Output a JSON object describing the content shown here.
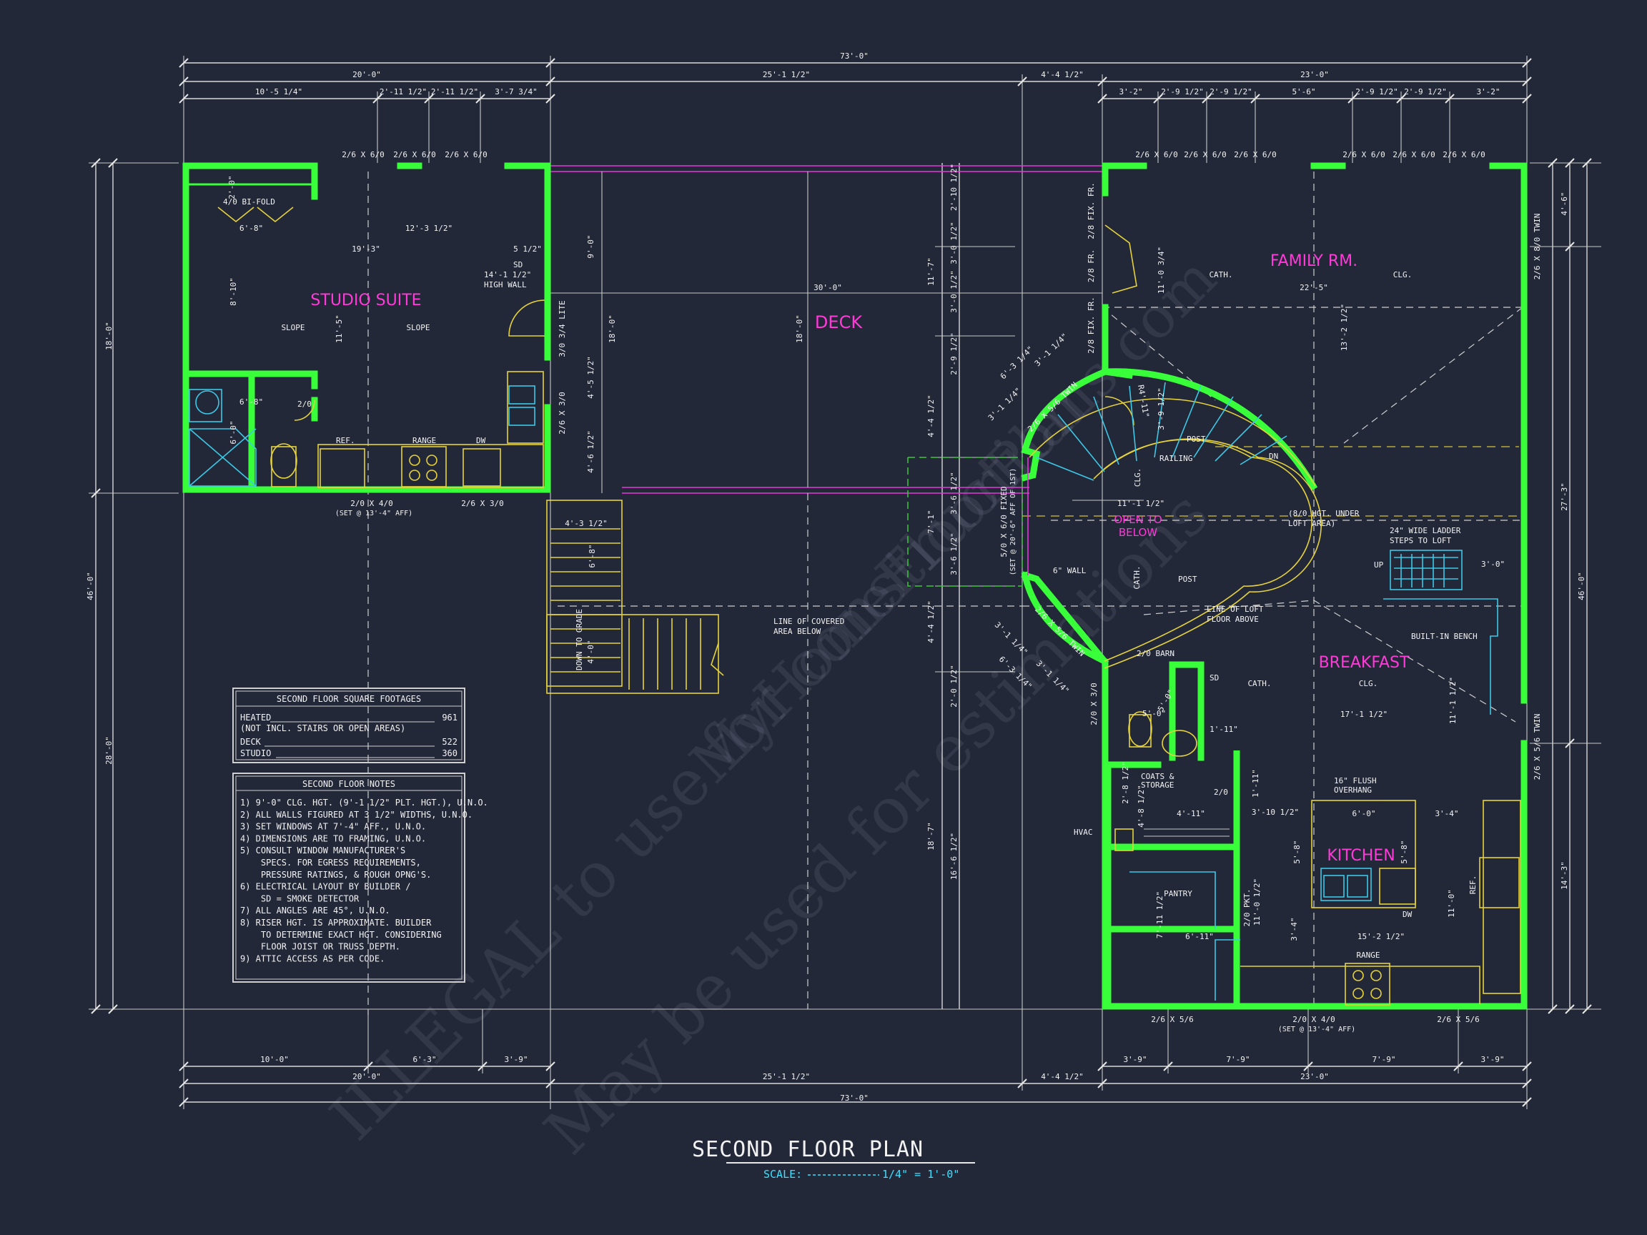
{
  "title": "SECOND FLOOR PLAN",
  "scale_label": "SCALE:",
  "scale_value": "1/4\" = 1'-0\"",
  "watermark": {
    "line1": "ILLEGAL to use for construction",
    "line2": "May be used for estimations",
    "site": "MyHomeFloorPlans.com"
  },
  "colors": {
    "background": "#232839",
    "walls": "#39ff3a",
    "room_labels": "#ff3ad8",
    "fixtures": "#3be0ff",
    "stairs": "#e6d23a"
  },
  "rooms": {
    "studio": "STUDIO SUITE",
    "deck": "DECK",
    "family": "FAMILY RM.",
    "open": "OPEN TO\nBELOW",
    "breakfast": "BREAKFAST",
    "kitchen": "KITCHEN"
  },
  "dims": {
    "overall_top": "73'-0\"",
    "overall_bottom": "73'-0\"",
    "top_sections": [
      "20'-0\"",
      "25'-1 1/2\"",
      "4'-4 1/2\"",
      "23'-0\""
    ],
    "bottom_sections": [
      "20'-0\"",
      "25'-1 1/2\"",
      "4'-4 1/2\"",
      "23'-0\""
    ],
    "top_left_sub": [
      "10'-5 1/4\"",
      "2'-11 1/2\"",
      "2'-11 1/2\"",
      "3'-7 3/4\""
    ],
    "top_right_sub": [
      "3'-2\"",
      "2'-9 1/2\"",
      "2'-9 1/2\"",
      "5'-6\"",
      "2'-9 1/2\"",
      "2'-9 1/2\"",
      "3'-2\""
    ],
    "bottom_left_sub": [
      "10'-0\"",
      "6'-3\"",
      "3'-9\""
    ],
    "bottom_right_sub": [
      "3'-9\"",
      "7'-9\"",
      "7'-9\"",
      "3'-9\""
    ],
    "left_side": [
      "18'-0\"",
      "46'-0\"",
      "28'-0\""
    ],
    "right_side": [
      "4'-6\"",
      "27'-3\"",
      "46'-0\"",
      "14'-3\""
    ],
    "mid_vertical": [
      "2'-10 1/2\"",
      "3'-0 1/2\"",
      "3'-0 1/2\"",
      "2'-9 1/2\"",
      "4'-4 1/2\"",
      "3'-6 1/2\"",
      "3'-6 1/2\"",
      "4'-4 1/2\"",
      "2'-0 1/2\"",
      "16'-6 1/2\""
    ],
    "mid_vertical_outer": [
      "11'-7\"",
      "7'-1\"",
      "18'-7\""
    ]
  },
  "studio_labels": {
    "bifold": "4/0 BI-FOLD",
    "d1": "6'-8\"",
    "d2": "12'-3 1/2\"",
    "d3": "19'-3\"",
    "d4": "5 1/2\"",
    "d5": "8'-10\"",
    "d6": "11'-5\"",
    "slope1": "SLOPE",
    "slope2": "SLOPE",
    "hw1": "14'-1 1/2\"",
    "hw2": "HIGH WALL",
    "sd": "SD",
    "d7": "6'-8\"",
    "d8": "2/0",
    "d9": "6'-0\"",
    "d10": "2'-0\"",
    "ref": "REF.",
    "range": "RANGE",
    "dw": "DW",
    "win_top": [
      "2/6 X 6/0",
      "2/6 X 6/0",
      "2/6 X 6/0"
    ],
    "win_bot1": "2/0 X 4/0",
    "win_bot1b": "(SET @ 13'-4\" AFF)",
    "win_bot2": "2/6 X 3/0",
    "win_side1": "3/0 3/4 LITE",
    "win_side2": "2/6 X 3/0",
    "d11": "9'-0\""
  },
  "deck_labels": {
    "d1": "30'-0\"",
    "d2": "18'-0\"",
    "d3": "18'-0\"",
    "d4": "4'-5 1/2\"",
    "d5": "4'-6 1/2\"",
    "stair1": "4'-3 1/2\"",
    "stair2": "6'-8\"",
    "down": "DOWN TO GRADE",
    "stair3": "4'-0\"",
    "covered1": "LINE OF COVERED",
    "covered2": "AREA BELOW"
  },
  "center_labels": {
    "w1": "6'-3 1/4\"",
    "w2": "3'-1 1/4\"",
    "w3": "3'-1 1/4\"",
    "w4": "2/6 X 5/6 TWIN",
    "w5": "5/0 X 6/0 FIXED",
    "w6": "(SET @ 20'-6\" AFF OF 1ST)",
    "w7": "6\" WALL",
    "w8": "3'-1 1/4\"",
    "w9": "6'-3 1/4\"",
    "w10": "3'-1 1/4\"",
    "w11": "2/6 X 5/6 TWIN",
    "r1": "R4'-11\"",
    "r2": "3'-9 1/2\"",
    "post1": "POST",
    "railing": "RAILING",
    "dn": "DN",
    "clg": "CLG.",
    "d1": "11'-1 1/2\"",
    "cath": "CATH.",
    "post2": "POST",
    "loft1": "LINE OF LOFT",
    "loft2": "FLOOR ABOVE",
    "loft3": "(8/0 HGT. UNDER",
    "loft4": "LOFT AREA)"
  },
  "family_labels": {
    "cath": "CATH.",
    "clg": "CLG.",
    "d1": "22'-5\"",
    "d2": "11'-0 3/4\"",
    "d3": "13'-2 1/2\"",
    "w1": "2/8 FIX. FR.",
    "w2": "2/8 FR.",
    "w3": "2/8 FIX. FR.",
    "w_top": [
      "2/6 X 6/0",
      "2/6 X 6/0",
      "2/6 X 6/0",
      "2/6 X 6/0",
      "2/6 X 6/0",
      "2/6 X 6/0"
    ],
    "w_right": "2/6 X 8/0 TWIN",
    "ladder1": "24\" WIDE LADDER",
    "ladder2": "STEPS TO LOFT",
    "up": "UP",
    "d4": "3'-0\"",
    "bench": "BUILT-IN BENCH"
  },
  "kitchen_labels": {
    "barn": "2/0 BARN",
    "sd": "SD",
    "cath": "CATH.",
    "clg": "CLG.",
    "d1": "17'-1 1/2\"",
    "d2": "11'-1 1/2\"",
    "w1": "2/0 X 3/0",
    "d3": "5'-0\"",
    "d4": "5'-0\"",
    "d5": "1'-11\"",
    "coats1": "COATS &",
    "coats2": "STORAGE",
    "d6": "2'-8 1/2\"",
    "d7": "4'-8 1/2\"",
    "d8": "4'-11\"",
    "d9": "2/0",
    "d10": "1'-11\"",
    "d11": "3'-10 1/2\"",
    "hvac": "HVAC",
    "flush1": "16\" FLUSH",
    "flush2": "OVERHANG",
    "d12": "6'-0\"",
    "d13": "3'-4\"",
    "d14": "5'-8\"",
    "d15": "5'-8\"",
    "dw": "DW",
    "ref": "REF.",
    "d16": "11'-0\"",
    "pantry": "PANTRY",
    "d17": "7'-11 1/2\"",
    "d18": "6'-11\"",
    "pkt": "2/0 PKT.",
    "d19": "11'-0 1/2\"",
    "d20": "3'-4\"",
    "d21": "15'-2 1/2\"",
    "range": "RANGE",
    "w2": "2/6 X 5/6 TWIN",
    "w_bot1": "2/6 X 5/6",
    "w_bot2": "2/0 X 4/0",
    "w_bot2b": "(SET @ 13'-4\" AFF)",
    "w_bot3": "2/6 X 5/6"
  },
  "sqft": {
    "heading": "SECOND FLOOR SQUARE FOOTAGES",
    "rows": [
      {
        "label": "HEATED",
        "value": "961"
      },
      {
        "label": "(NOT INCL. STAIRS OR OPEN AREAS)",
        "value": ""
      },
      {
        "label": "DECK",
        "value": "522"
      },
      {
        "label": "STUDIO",
        "value": "360"
      }
    ]
  },
  "notes": {
    "heading": "SECOND FLOOR NOTES",
    "lines": [
      "1) 9'-0\" CLG. HGT. (9'-1 1/2\" PLT. HGT.), U.N.O.",
      "2) ALL WALLS FIGURED AT 3 1/2\" WIDTHS, U.N.O.",
      "3) SET WINDOWS AT 7'-4\" AFF., U.N.O.",
      "4) DIMENSIONS ARE TO FRAMING, U.N.O.",
      "5) CONSULT WINDOW MANUFACTURER'S",
      "    SPECS. FOR EGRESS REQUIREMENTS,",
      "    PRESSURE RATINGS, & ROUGH OPNG'S.",
      "6) ELECTRICAL LAYOUT BY BUILDER /",
      "    SD = SMOKE DETECTOR",
      "7) ALL ANGLES ARE 45°, U.N.O.",
      "8) RISER HGT. IS APPROXIMATE. BUILDER",
      "    TO DETERMINE EXACT HGT. CONSIDERING",
      "    FLOOR JOIST OR TRUSS DEPTH.",
      "9) ATTIC ACCESS AS PER CODE."
    ]
  }
}
